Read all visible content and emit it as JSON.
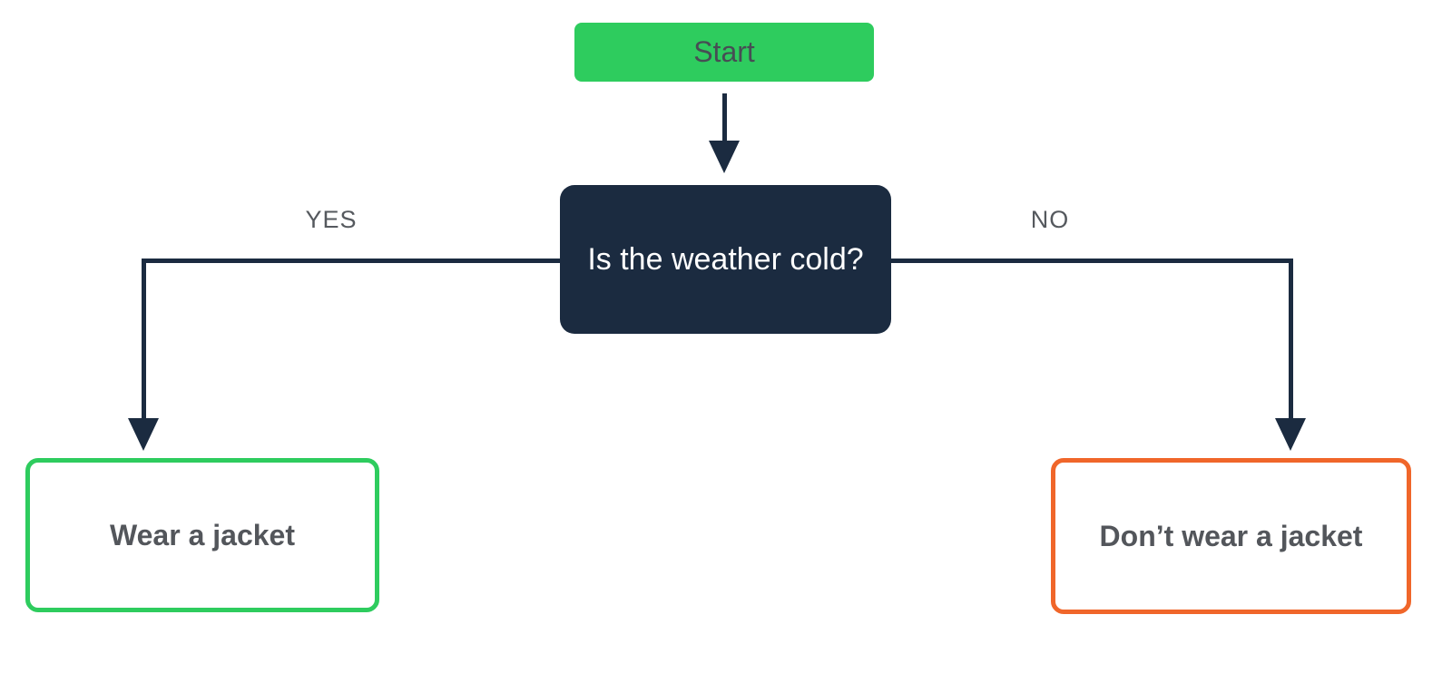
{
  "flowchart": {
    "background": "#ffffff",
    "nodes": {
      "start": {
        "label": "Start",
        "type": "start",
        "fill": "#2ecc5e",
        "text_color": "#474d54"
      },
      "question": {
        "label": "Is the weather cold?",
        "type": "decision",
        "fill": "#1b2b40",
        "text_color": "#ffffff"
      },
      "outcome_yes": {
        "label": "Wear a jacket",
        "type": "terminal",
        "fill": "#ffffff",
        "border_color": "#2ecc5e",
        "text_color": "#53565b"
      },
      "outcome_no": {
        "label": "Don’t wear a jacket",
        "type": "terminal",
        "fill": "#ffffff",
        "border_color": "#f0662a",
        "text_color": "#53565b"
      }
    },
    "edges": {
      "start_to_question": {
        "from": "start",
        "to": "question",
        "label": ""
      },
      "yes": {
        "from": "question",
        "to": "outcome_yes",
        "label": "YES"
      },
      "no": {
        "from": "question",
        "to": "outcome_no",
        "label": "NO"
      }
    },
    "colors": {
      "green": "#2ecc5e",
      "navy": "#1b2b40",
      "orange": "#f0662a",
      "connector": "#1b2b40",
      "edge_label": "#55595e",
      "start_text": "#474d54",
      "question_text": "#ffffff",
      "outcome_text": "#53565b"
    }
  }
}
